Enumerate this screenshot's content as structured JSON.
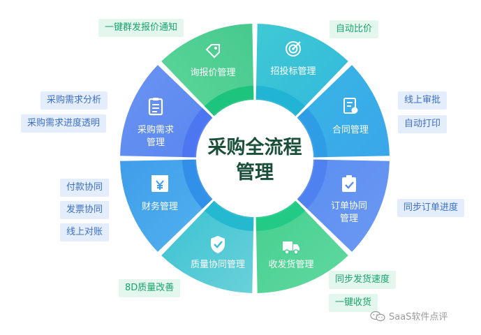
{
  "title": {
    "line1": "采购全流程",
    "line2": "管理"
  },
  "segments": [
    {
      "id": "quote",
      "label": [
        "询报价管理"
      ],
      "icon": "price-tag-icon"
    },
    {
      "id": "tender",
      "label": [
        "招投标管理"
      ],
      "icon": "target-icon"
    },
    {
      "id": "contract",
      "label": [
        "合同管理"
      ],
      "icon": "contract-icon"
    },
    {
      "id": "order",
      "label": [
        "订单协同",
        "管理"
      ],
      "icon": "clipboard-check-icon"
    },
    {
      "id": "delivery",
      "label": [
        "收发货管理"
      ],
      "icon": "truck-icon"
    },
    {
      "id": "quality",
      "label": [
        "质量协同管理"
      ],
      "icon": "shield-check-icon"
    },
    {
      "id": "finance",
      "label": [
        "财务管理"
      ],
      "icon": "yen-icon"
    },
    {
      "id": "demand",
      "label": [
        "采购需求",
        "管理"
      ],
      "icon": "checklist-icon"
    }
  ],
  "tags": {
    "t1": "一键群发报价通知",
    "t2": "自动比价",
    "t3": "线上审批",
    "t4": "自动打印",
    "t5": "同步订单进度",
    "t6": "同步发货速度",
    "t7": "一键收货",
    "t8": "8D质量改善",
    "t9": "付款协同",
    "t10": "发票协同",
    "t11": "线上对账",
    "t12": "采购需求分析",
    "t13": "采购需求进度透明"
  },
  "watermark": "SaaS软件点评",
  "colors": {
    "green": "#5cd49b",
    "teal": "#36c3dc",
    "blue": "#5b8df0",
    "sky": "#4ab4ea",
    "text_dark": "#1a4f3b"
  }
}
